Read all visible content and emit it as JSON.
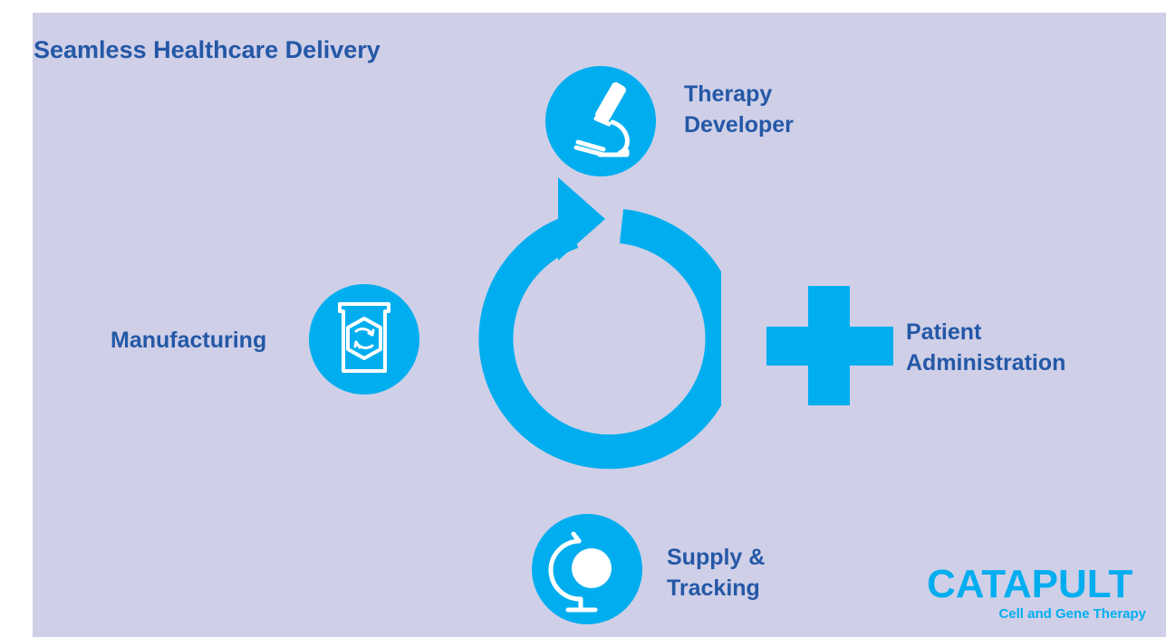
{
  "title": "Seamless Healthcare Delivery",
  "nodes": {
    "therapy_developer": {
      "line1": "Therapy",
      "line2": "Developer",
      "icon": "microscope-icon"
    },
    "patient_administration": {
      "line1": "Patient",
      "line2": "Administration",
      "icon": "medical-cross-icon"
    },
    "supply_tracking": {
      "line1": "Supply &",
      "line2": "Tracking",
      "icon": "globe-icon"
    },
    "manufacturing": {
      "label": "Manufacturing",
      "icon": "beaker-cycle-icon"
    }
  },
  "logo": {
    "wordmark": "CATAPULT",
    "tagline": "Cell and Gene Therapy"
  },
  "colors": {
    "background": "#cfcfe8",
    "accent": "#00aeef",
    "text": "#2458a6",
    "icon_fg": "#ffffff"
  }
}
